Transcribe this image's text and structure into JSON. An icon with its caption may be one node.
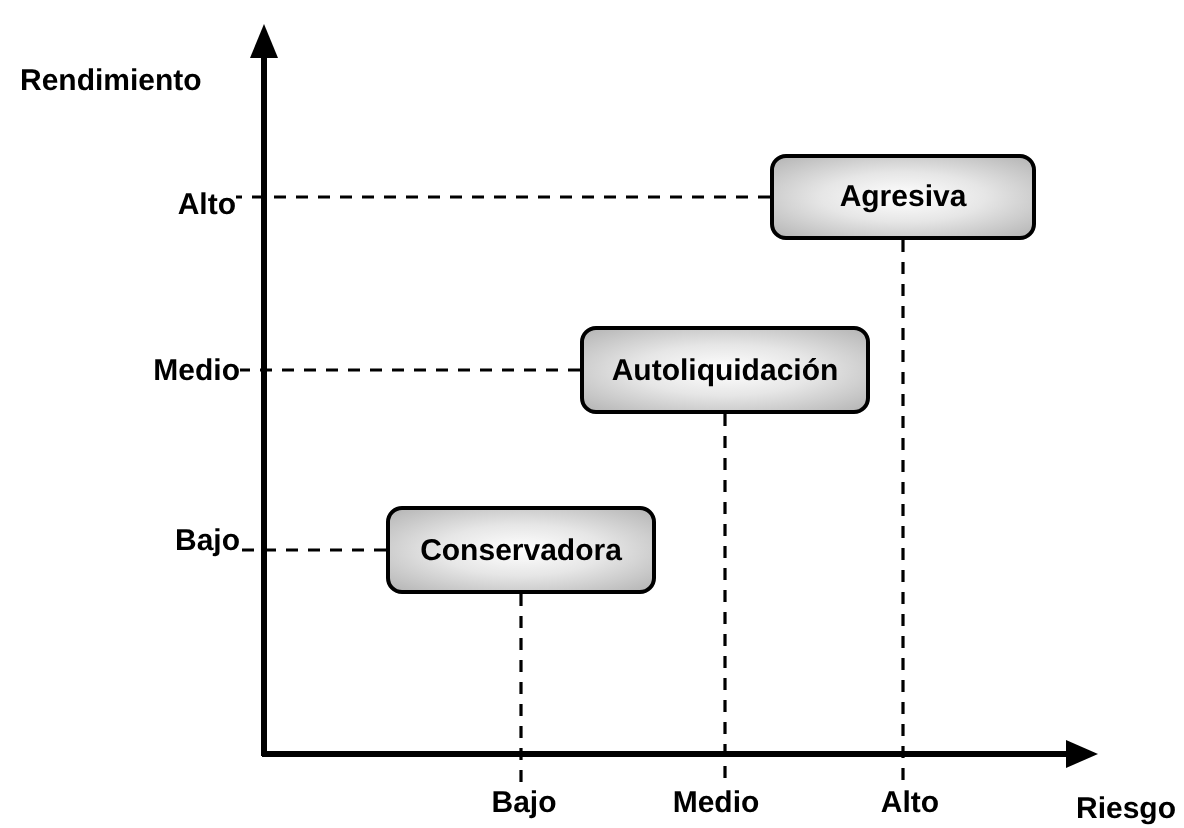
{
  "diagram": {
    "nodes": [
      {
        "text": [
          "Alto"
        ]
      },
      {
        "text": [
          "Agresiva"
        ]
      },
      {
        "text": [
          "Medio"
        ]
      },
      {
        "text": [
          "Autoliquidación"
        ]
      },
      {
        "text": [
          "Bajo"
        ]
      },
      {
        "text": [
          "Conservadora"
        ]
      },
      {
        "text": [
          "Bajo"
        ]
      },
      {
        "text": [
          "Medio"
        ]
      },
      {
        "text": [
          "Alto"
        ]
      }
    ],
    "edges": [
      {
        "from": 1,
        "to": 0,
        "arrow": "none",
        "style": "dashed"
      },
      {
        "from": 1,
        "to": 8,
        "arrow": "none",
        "style": "dashed"
      },
      {
        "from": 3,
        "to": 2,
        "arrow": "none",
        "style": "dashed"
      },
      {
        "from": 3,
        "to": 7,
        "arrow": "none",
        "style": "dashed"
      },
      {
        "from": 5,
        "to": 4,
        "arrow": "none",
        "style": "dashed"
      },
      {
        "from": 5,
        "to": 6,
        "arrow": "none",
        "style": "dashed"
      }
    ],
    "labels": [
      "Rendimiento",
      "Riesgo"
    ]
  }
}
